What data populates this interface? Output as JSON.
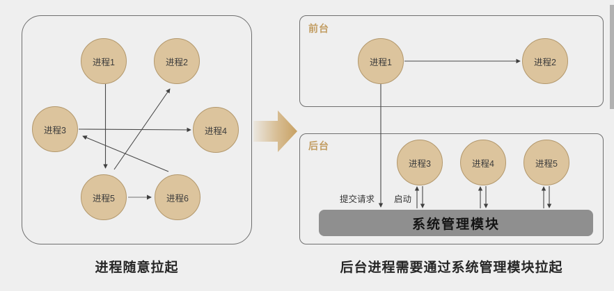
{
  "page": {
    "background_color": "#efefef"
  },
  "left_panel": {
    "caption": "进程随意拉起",
    "nodes": [
      {
        "label": "进程1"
      },
      {
        "label": "进程2"
      },
      {
        "label": "进程3"
      },
      {
        "label": "进程4"
      },
      {
        "label": "进程5"
      },
      {
        "label": "进程6"
      }
    ],
    "edges": [
      {
        "from": "进程1",
        "to": "进程5"
      },
      {
        "from": "进程5",
        "to": "进程2"
      },
      {
        "from": "进程3",
        "to": "进程4"
      },
      {
        "from": "进程6",
        "to": "进程3"
      },
      {
        "from": "进程5",
        "to": "进程6"
      }
    ]
  },
  "transition_arrow": {
    "direction": "right",
    "color": "#c9a263"
  },
  "right_panel": {
    "caption": "后台进程需要通过系统管理模块拉起",
    "foreground": {
      "title": "前台",
      "nodes": [
        {
          "label": "进程1"
        },
        {
          "label": "进程2"
        }
      ],
      "edges": [
        {
          "from": "进程1",
          "to": "进程2"
        }
      ]
    },
    "background": {
      "title": "后台",
      "nodes": [
        {
          "label": "进程3"
        },
        {
          "label": "进程4"
        },
        {
          "label": "进程5"
        }
      ],
      "module_label": "系统管理模块",
      "submit_request_label": "提交请求",
      "start_label": "启动",
      "edges": [
        {
          "from": "进程1",
          "to": "系统管理模块",
          "label": "提交请求"
        },
        {
          "from": "系统管理模块",
          "to": "进程3",
          "label": "启动"
        },
        {
          "from": "系统管理模块",
          "to": "进程4"
        },
        {
          "from": "系统管理模块",
          "to": "进程5"
        }
      ]
    }
  },
  "colors": {
    "node_fill": "#dcc49d",
    "node_border": "#b2976b",
    "panel_border": "#6e6e6e",
    "accent_gold": "#c29d62",
    "module_bar": "#8f8f8f",
    "line": "#454545",
    "caption": "#262626"
  }
}
